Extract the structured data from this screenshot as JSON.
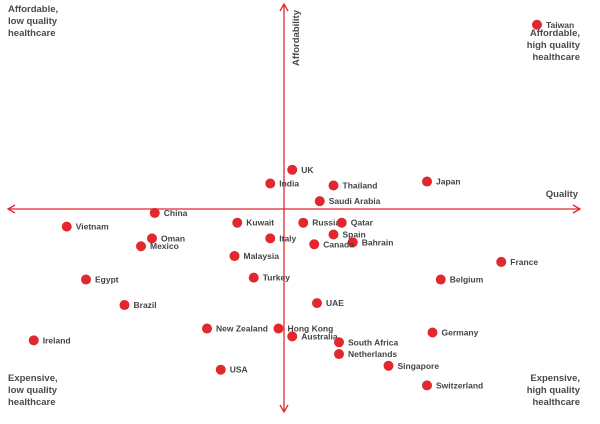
{
  "colors": {
    "accent": "#e0282e",
    "text": "#444444"
  },
  "quadrants": {
    "top_left": [
      "Affordable,",
      "low quality",
      "healthcare"
    ],
    "top_right": [
      "Affordable,",
      "high quality",
      "healthcare"
    ],
    "bottom_left": [
      "Expensive,",
      "low quality",
      "healthcare"
    ],
    "bottom_right": [
      "Expensive,",
      "high quality",
      "healthcare"
    ]
  },
  "chart_data": {
    "type": "scatter",
    "xlabel": "Quality",
    "ylabel": "Affordability",
    "xlim": [
      -10,
      10
    ],
    "ylim": [
      -10,
      10
    ],
    "grid": false,
    "points": [
      {
        "label": "Taiwan",
        "x": 9.2,
        "y": 9.4
      },
      {
        "label": "UK",
        "x": 0.3,
        "y": 2.0
      },
      {
        "label": "India",
        "x": -0.5,
        "y": 1.3
      },
      {
        "label": "Thailand",
        "x": 1.8,
        "y": 1.2
      },
      {
        "label": "Japan",
        "x": 5.2,
        "y": 1.4
      },
      {
        "label": "Saudi Arabia",
        "x": 1.3,
        "y": 0.4
      },
      {
        "label": "China",
        "x": -4.7,
        "y": -0.2
      },
      {
        "label": "Vietnam",
        "x": -7.9,
        "y": -0.9
      },
      {
        "label": "Kuwait",
        "x": -1.7,
        "y": -0.7
      },
      {
        "label": "Russia",
        "x": 0.7,
        "y": -0.7
      },
      {
        "label": "Qatar",
        "x": 2.1,
        "y": -0.7
      },
      {
        "label": "Spain",
        "x": 1.8,
        "y": -1.3
      },
      {
        "label": "Italy",
        "x": -0.5,
        "y": -1.5
      },
      {
        "label": "Oman",
        "x": -4.8,
        "y": -1.5
      },
      {
        "label": "Mexico",
        "x": -5.2,
        "y": -1.9
      },
      {
        "label": "Bahrain",
        "x": 2.5,
        "y": -1.7
      },
      {
        "label": "Canada",
        "x": 1.1,
        "y": -1.8
      },
      {
        "label": "Malaysia",
        "x": -1.8,
        "y": -2.4
      },
      {
        "label": "France",
        "x": 7.9,
        "y": -2.7
      },
      {
        "label": "Egypt",
        "x": -7.2,
        "y": -3.6
      },
      {
        "label": "Turkey",
        "x": -1.1,
        "y": -3.5
      },
      {
        "label": "Belgium",
        "x": 5.7,
        "y": -3.6
      },
      {
        "label": "Brazil",
        "x": -5.8,
        "y": -4.9
      },
      {
        "label": "UAE",
        "x": 1.2,
        "y": -4.8
      },
      {
        "label": "New Zealand",
        "x": -2.8,
        "y": -6.1
      },
      {
        "label": "Hong Kong",
        "x": -0.2,
        "y": -6.1
      },
      {
        "label": "Australia",
        "x": 0.3,
        "y": -6.5
      },
      {
        "label": "Germany",
        "x": 5.4,
        "y": -6.3
      },
      {
        "label": "Ireland",
        "x": -9.1,
        "y": -6.7
      },
      {
        "label": "South Africa",
        "x": 2.0,
        "y": -6.8
      },
      {
        "label": "Netherlands",
        "x": 2.0,
        "y": -7.4
      },
      {
        "label": "Singapore",
        "x": 3.8,
        "y": -8.0
      },
      {
        "label": "USA",
        "x": -2.3,
        "y": -8.2
      },
      {
        "label": "Switzerland",
        "x": 5.2,
        "y": -9.0
      }
    ]
  }
}
